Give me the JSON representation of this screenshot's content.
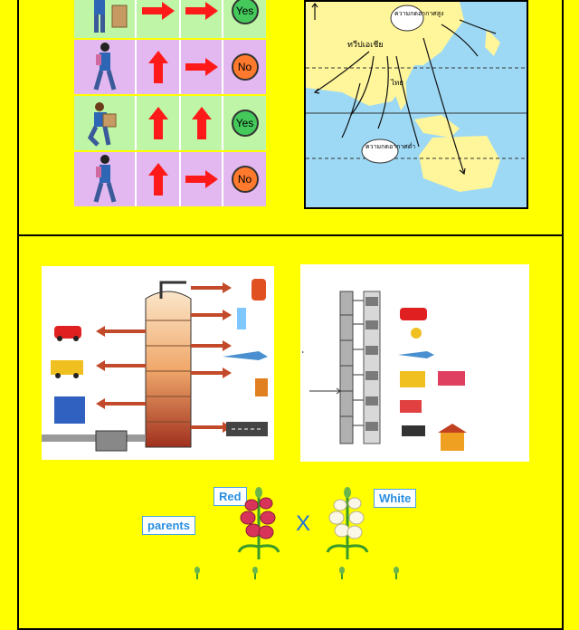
{
  "work_table": {
    "rows": [
      {
        "color": "green",
        "answer": "Yes"
      },
      {
        "color": "pink",
        "answer": "No"
      },
      {
        "color": "green",
        "answer": "Yes"
      },
      {
        "color": "pink",
        "answer": "No"
      }
    ]
  },
  "map": {
    "labels": {
      "high_pressure": "ความกดอากาศสูง",
      "continent": "ทวีปเอเชีย",
      "thailand": "ไทย",
      "low_pressure": "ความกดอากาศต่ำ"
    }
  },
  "flowers": {
    "parents_label": "parents",
    "red_label": "Red",
    "white_label": "White",
    "cross_symbol": "X"
  },
  "colors": {
    "background": "#ffff00",
    "arrow": "#ff1a1a",
    "sea": "#9dd9f5",
    "land": "#fff59a"
  }
}
